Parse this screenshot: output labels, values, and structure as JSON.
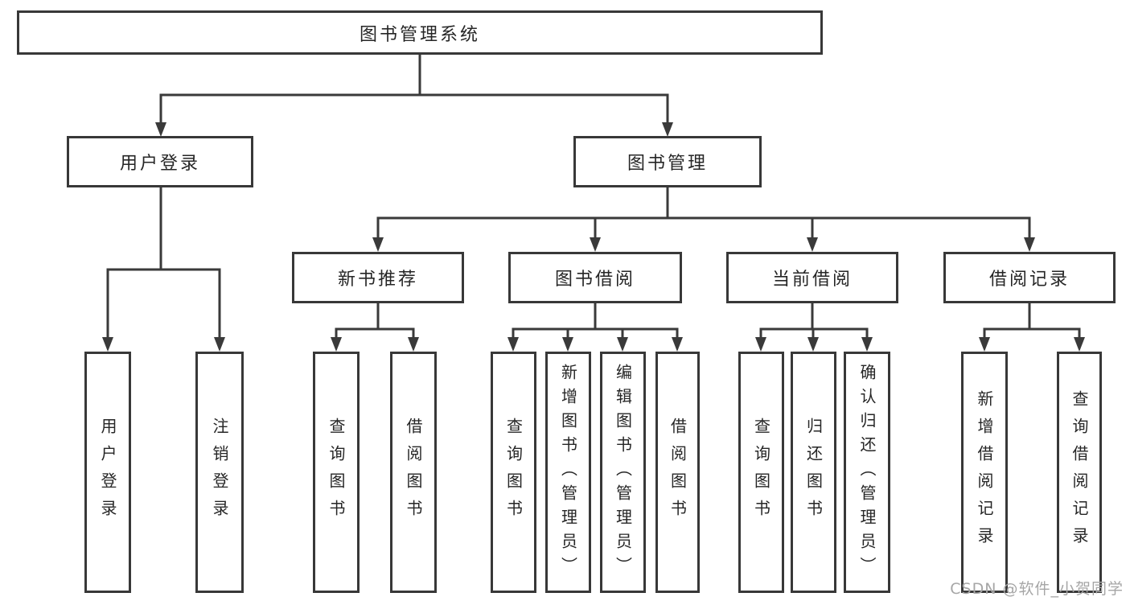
{
  "colors": {
    "background": "#ffffff",
    "line": "#3a3a3a",
    "box_border": "#383838",
    "text": "#262626",
    "watermark": "#a6a6a6"
  },
  "watermark": "CSDN @软件_小贺同学",
  "tree": {
    "root": "图书管理系统",
    "user_login": {
      "label": "用户登录",
      "children": [
        "用户登录",
        "注销登录"
      ]
    },
    "book_mgmt": {
      "label": "图书管理",
      "sections": [
        {
          "label": "新书推荐",
          "children": [
            "查询图书",
            "借阅图书"
          ]
        },
        {
          "label": "图书借阅",
          "children": [
            "查询图书",
            "新增图书（管理员）",
            "编辑图书（管理员）",
            "借阅图书"
          ]
        },
        {
          "label": "当前借阅",
          "children": [
            "查询图书",
            "归还图书",
            "确认归还（管理员）"
          ]
        },
        {
          "label": "借阅记录",
          "children": [
            "新增借阅记录",
            "查询借阅记录"
          ]
        }
      ]
    }
  }
}
